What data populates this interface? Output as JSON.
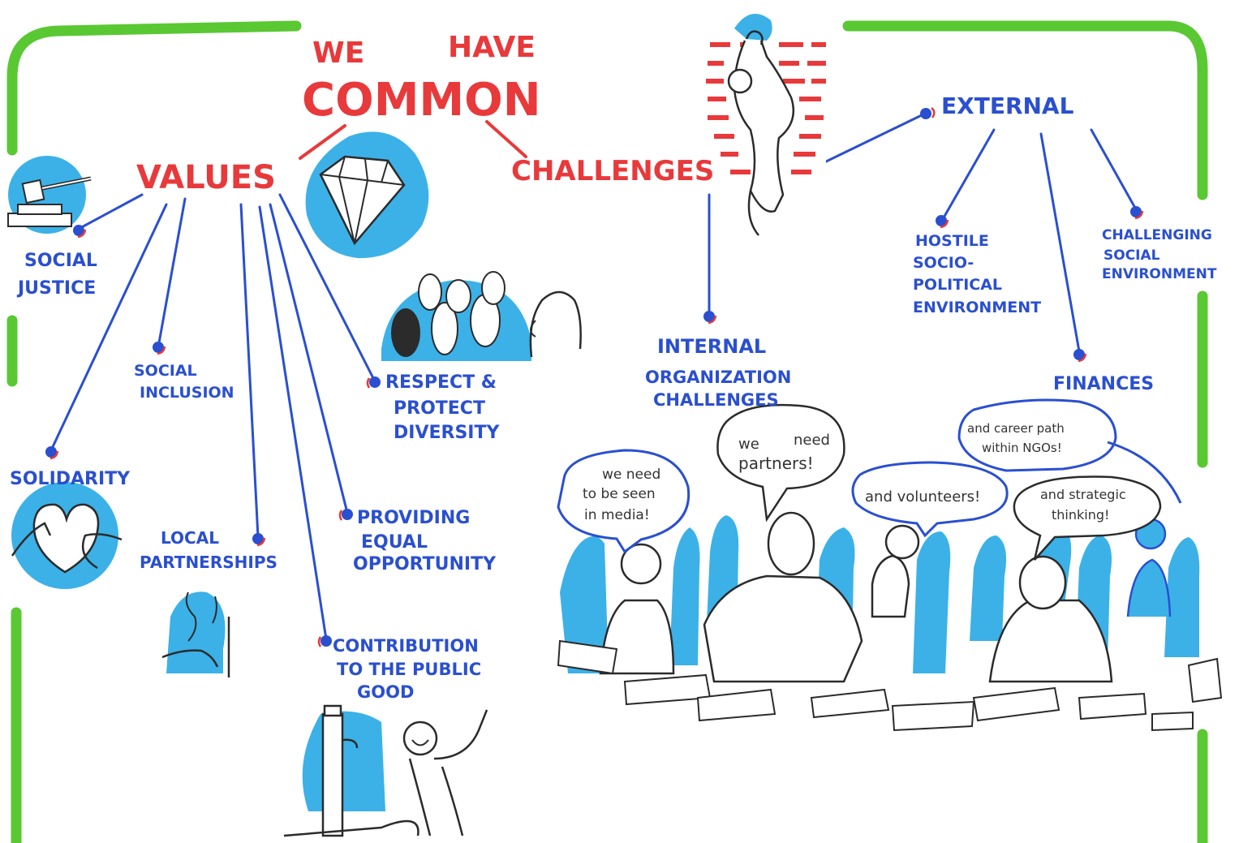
{
  "colors": {
    "frame": "#5ac832",
    "heading": "#e8393b",
    "ink": "#2a4fd0",
    "marker": "#3bb1e8",
    "sketch": "#2b2b2b",
    "brick": "#e8393b"
  },
  "title": {
    "line1a": "WE",
    "line1b": "HAVE",
    "line2": "COMMON"
  },
  "values": {
    "heading": "VALUES",
    "items": {
      "social_justice_1": "SOCIAL",
      "social_justice_2": "JUSTICE",
      "social_inclusion_1": "SOCIAL",
      "social_inclusion_2": "INCLUSION",
      "solidarity": "SOLIDARITY",
      "local_1": "LOCAL",
      "local_2": "PARTNERSHIPS",
      "respect_1": "RESPECT &",
      "respect_2": "PROTECT",
      "respect_3": "DIVERSITY",
      "equal_1": "PROVIDING",
      "equal_2": "EQUAL",
      "equal_3": "OPPORTUNITY",
      "public_1": "CONTRIBUTION",
      "public_2": "TO THE PUBLIC",
      "public_3": "GOOD"
    }
  },
  "challenges": {
    "heading": "CHALLENGES",
    "external": "EXTERNAL",
    "hostile_1": "HOSTILE",
    "hostile_2": "SOCIO-",
    "hostile_3": "POLITICAL",
    "hostile_4": "ENVIRONMENT",
    "social_env_1": "CHALLENGING",
    "social_env_2": "SOCIAL",
    "social_env_3": "ENVIRONMENT",
    "finances": "FINANCES",
    "internal_1": "INTERNAL",
    "internal_2": "ORGANIZATION",
    "internal_3": "CHALLENGES"
  },
  "speech": {
    "media_1": "we need",
    "media_2": "to be seen",
    "media_3": "in media!",
    "partners_1": "we",
    "partners_2": "need",
    "partners_3": "partners!",
    "volunteers": "and volunteers!",
    "career_1": "and career path",
    "career_2": "within NGOs!",
    "strategic_1": "and strategic",
    "strategic_2": "thinking!"
  },
  "icons": [
    "gavel-icon",
    "diamond-icon",
    "climber-wall-icon",
    "birds-icon",
    "heart-hands-icon",
    "handshake-icon",
    "water-tap-icon",
    "crowd-icon"
  ]
}
